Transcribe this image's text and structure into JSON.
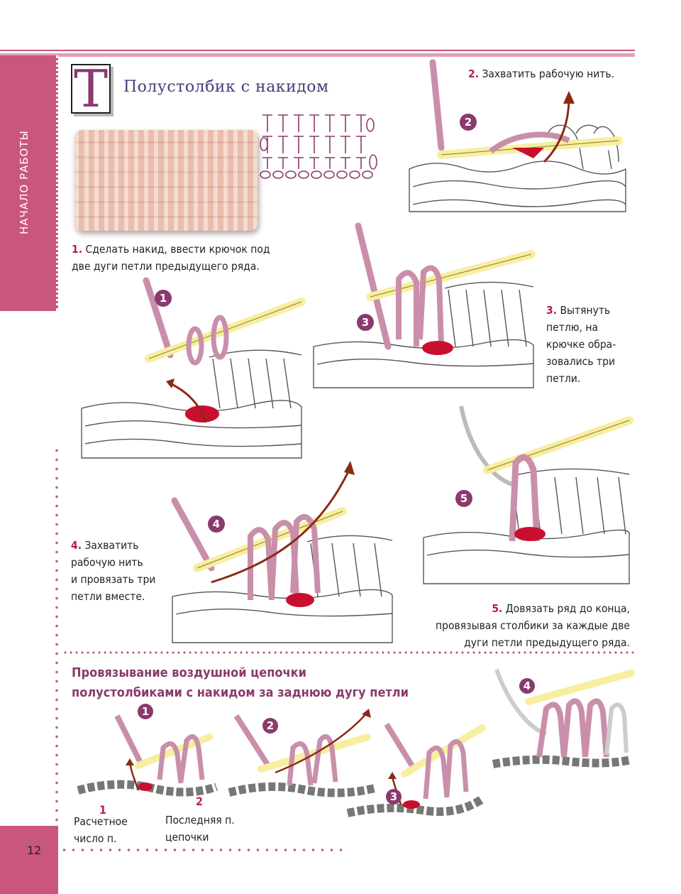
{
  "sidebar": {
    "label": "НАЧАЛО РАБОТЫ"
  },
  "page_number": "12",
  "heading": {
    "dropcap": "Т",
    "title": "Полустолбик с накидом"
  },
  "steps": [
    {
      "num": "1.",
      "text_lines": [
        "Сделать накид, ввести крючок под",
        "две дуги петли предыдущего ряда."
      ]
    },
    {
      "num": "2.",
      "text_lines": [
        "Захватить рабочую нить."
      ]
    },
    {
      "num": "3.",
      "text_lines": [
        "Вытянуть",
        "петлю, на",
        "крючке обра-",
        "зовались три",
        "петли."
      ]
    },
    {
      "num": "4.",
      "text_lines": [
        "Захватить",
        "рабочую нить",
        "и провязать три",
        "петли вместе."
      ]
    },
    {
      "num": "5.",
      "text_lines": [
        "Довязать ряд до конца,",
        "провязывая столбики за каждые две",
        "дуги петли предыдущего ряда."
      ]
    }
  ],
  "badges": [
    "1",
    "2",
    "3",
    "4",
    "5"
  ],
  "section": {
    "title_lines": [
      "Провязывание воздушной цепочки",
      "полустолбиками с накидом за заднюю дугу петли"
    ],
    "badges": [
      "1",
      "2",
      "3",
      "4"
    ],
    "label1": {
      "num": "1",
      "lines": [
        "Расчетное",
        "число п."
      ]
    },
    "label2": {
      "num": "2",
      "lines": [
        "Последняя п.",
        "цепочки"
      ]
    }
  },
  "colors": {
    "accent": "#c9567c",
    "badge": "#8a3a6d",
    "yarn_pink": "#c98faa",
    "hook": "#f7eea0",
    "red": "#c8102e",
    "arrow": "#8b2a12"
  },
  "icons": [
    "crochet-hook-icon",
    "yarn-strand-icon",
    "stitch-loop-icon",
    "arrow-icon"
  ]
}
